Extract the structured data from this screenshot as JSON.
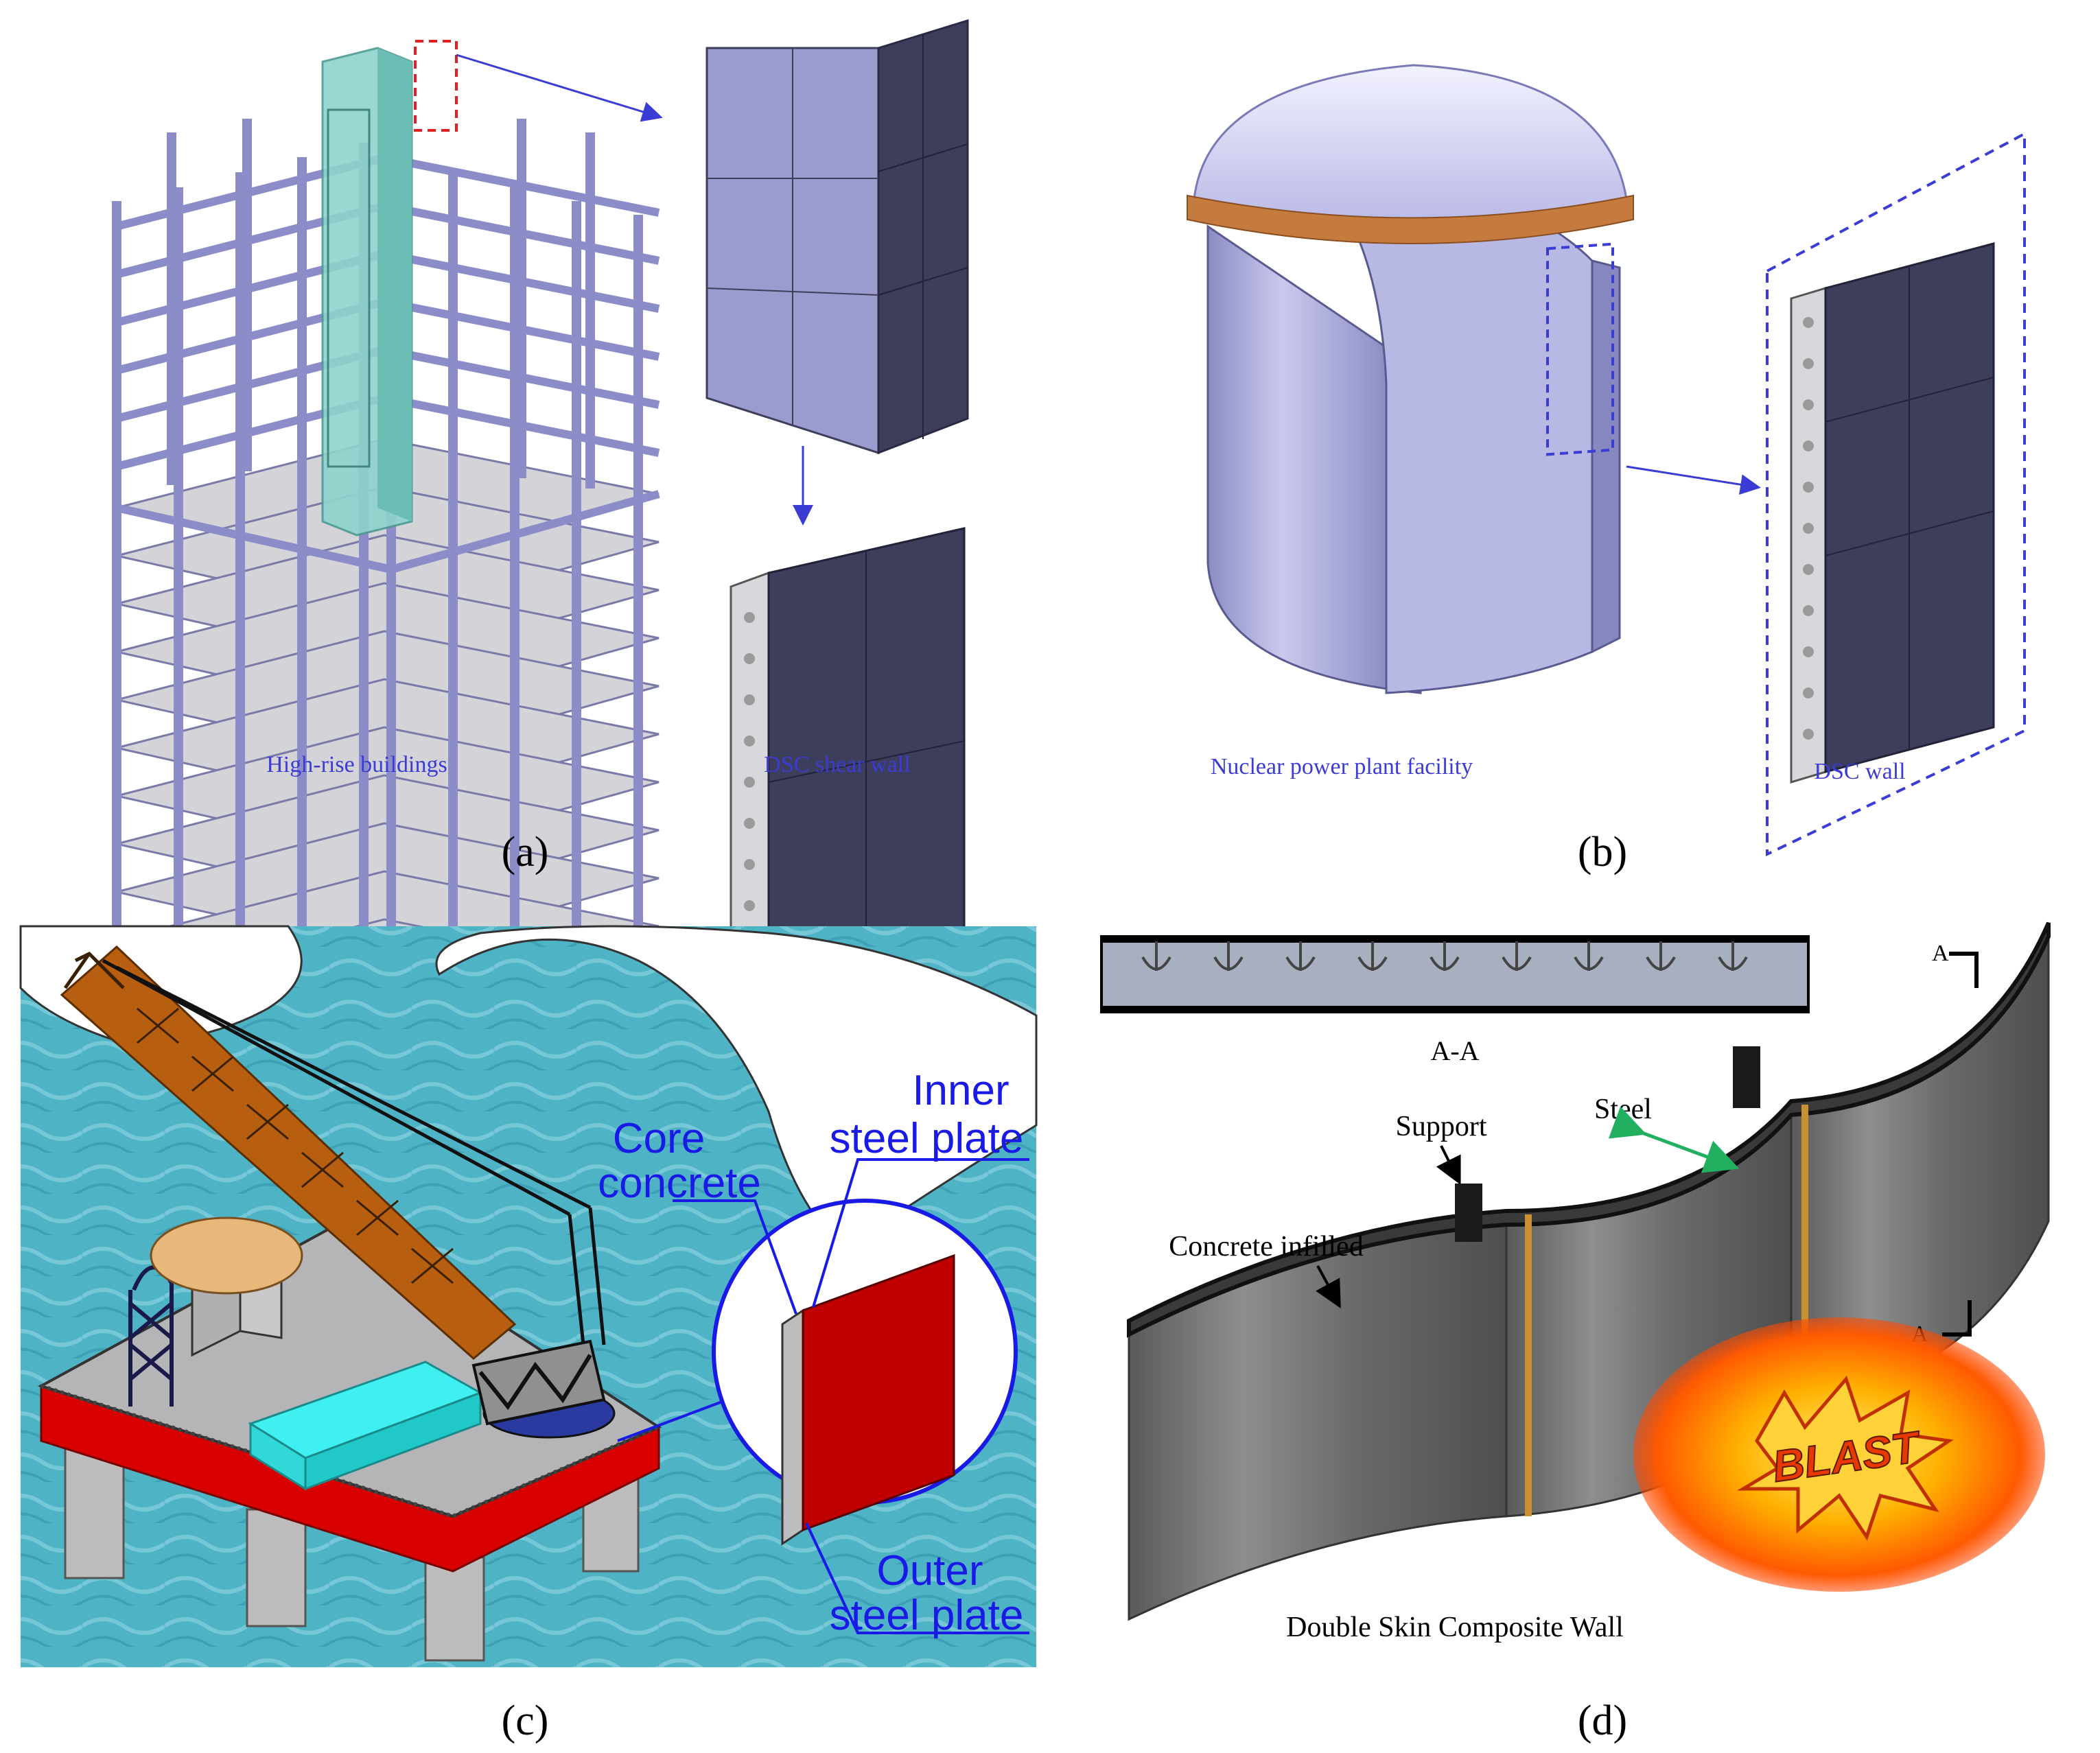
{
  "panels": {
    "a": {
      "label": "(a)",
      "left_caption": "High-rise buildings",
      "right_caption": "DSC shear wall"
    },
    "b": {
      "label": "(b)",
      "left_caption": "Nuclear power plant facility",
      "right_caption": "DSC wall"
    },
    "c": {
      "label": "(c)",
      "callouts": {
        "core_concrete_1": "Core",
        "core_concrete_2": "concrete",
        "inner_plate_1": "Inner",
        "inner_plate_2": "steel plate",
        "outer_plate_1": "Outer",
        "outer_plate_2": "steel plate"
      }
    },
    "d": {
      "label": "(d)",
      "section_title": "A-A",
      "section_mark_top": "A",
      "section_mark_bottom": "A",
      "callout_support": "Support",
      "callout_steel": "Steel",
      "callout_concrete": "Concrete infilled",
      "wall_caption": "Double Skin Composite Wall",
      "blast_text": "BLAST"
    }
  },
  "colors": {
    "caption_blue": "#3b3bd6",
    "callout_blue": "#1a1ae6",
    "frame_purple": "#8c8cc8",
    "panel_dark": "#3d3d5c",
    "panel_light": "#9b9bd0",
    "core_cyan": "#8ed4cc",
    "dome": "#d6d6f0",
    "ring_copper": "#c57a3e",
    "sea": "#4fb3c6",
    "deck_red": "#d80000",
    "crane_orange": "#b85e10",
    "wall_gray": "#6b6b6b",
    "blast_orange": "#ff8c00"
  }
}
